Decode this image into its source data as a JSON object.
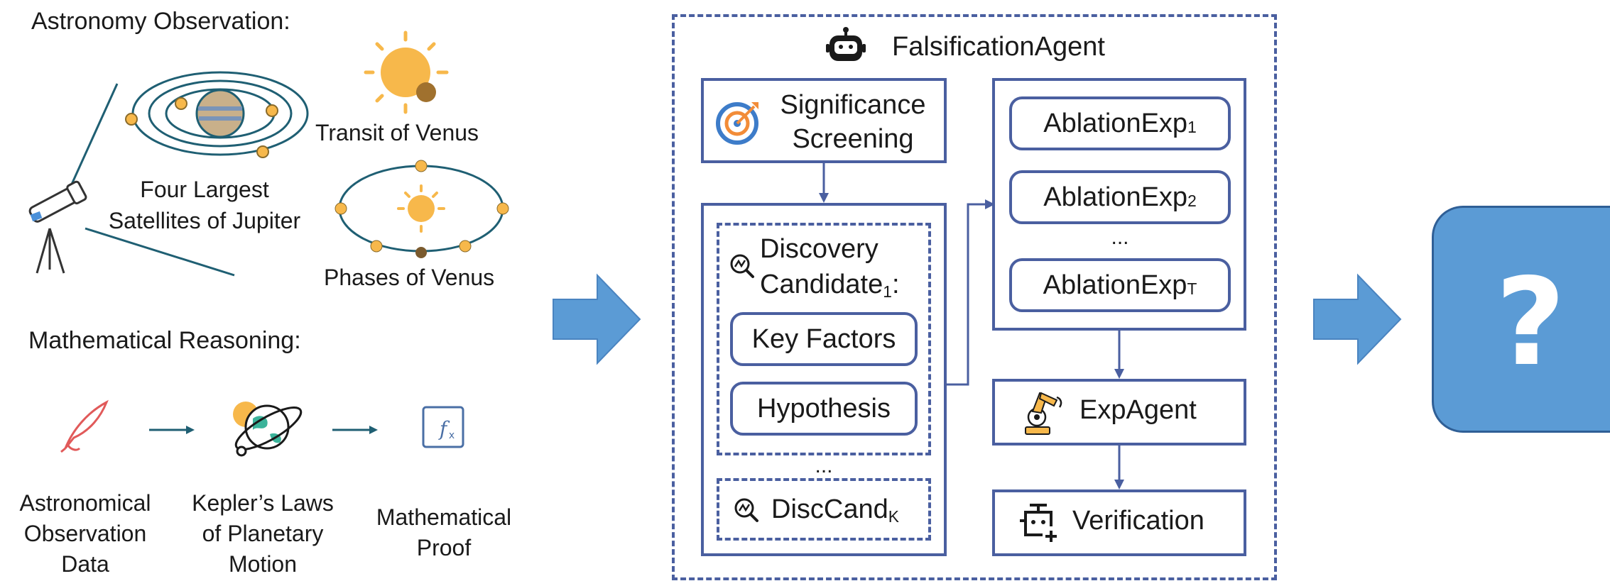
{
  "left_panel": {
    "astronomy_title": "Astronomy Observation:",
    "jupiter_label_line1": "Four Largest",
    "jupiter_label_line2": "Satellites of Jupiter",
    "transit_label": "Transit of Venus",
    "phases_label": "Phases of Venus",
    "math_title": "Mathematical Reasoning:",
    "steps": [
      {
        "line1": "Astronomical",
        "line2": "Observation",
        "line3": "Data"
      },
      {
        "line1": "Kepler’s Laws",
        "line2": "of Planetary",
        "line3": "Motion"
      },
      {
        "line1": "Mathematical",
        "line2": "Proof"
      }
    ]
  },
  "agent": {
    "title": "FalsificationAgent",
    "screening_line1": "Significance",
    "screening_line2": "Screening",
    "candidate_line1": "Discovery",
    "candidate_line2": "Candidate",
    "candidate_sub": "1",
    "candidate_colon": ":",
    "key_factors": "Key Factors",
    "hypothesis": "Hypothesis",
    "ellipsis": "...",
    "disc_cand": "DiscCand",
    "disc_cand_sub": "K",
    "ablations": [
      {
        "label": "AblationExp",
        "sub": "1"
      },
      {
        "label": "AblationExp",
        "sub": "2"
      },
      {
        "label": "AblationExp",
        "sub": "T"
      }
    ],
    "ablation_ellipsis": "...",
    "exp_agent": "ExpAgent",
    "verification": "Verification"
  },
  "result": {
    "symbol": "?"
  },
  "colors": {
    "accent_blue": "#5b9bd5",
    "box_border": "#4a5fa0",
    "orbit": "#1f5f73",
    "sun": "#f7b84b",
    "planet": "#b8945a"
  }
}
